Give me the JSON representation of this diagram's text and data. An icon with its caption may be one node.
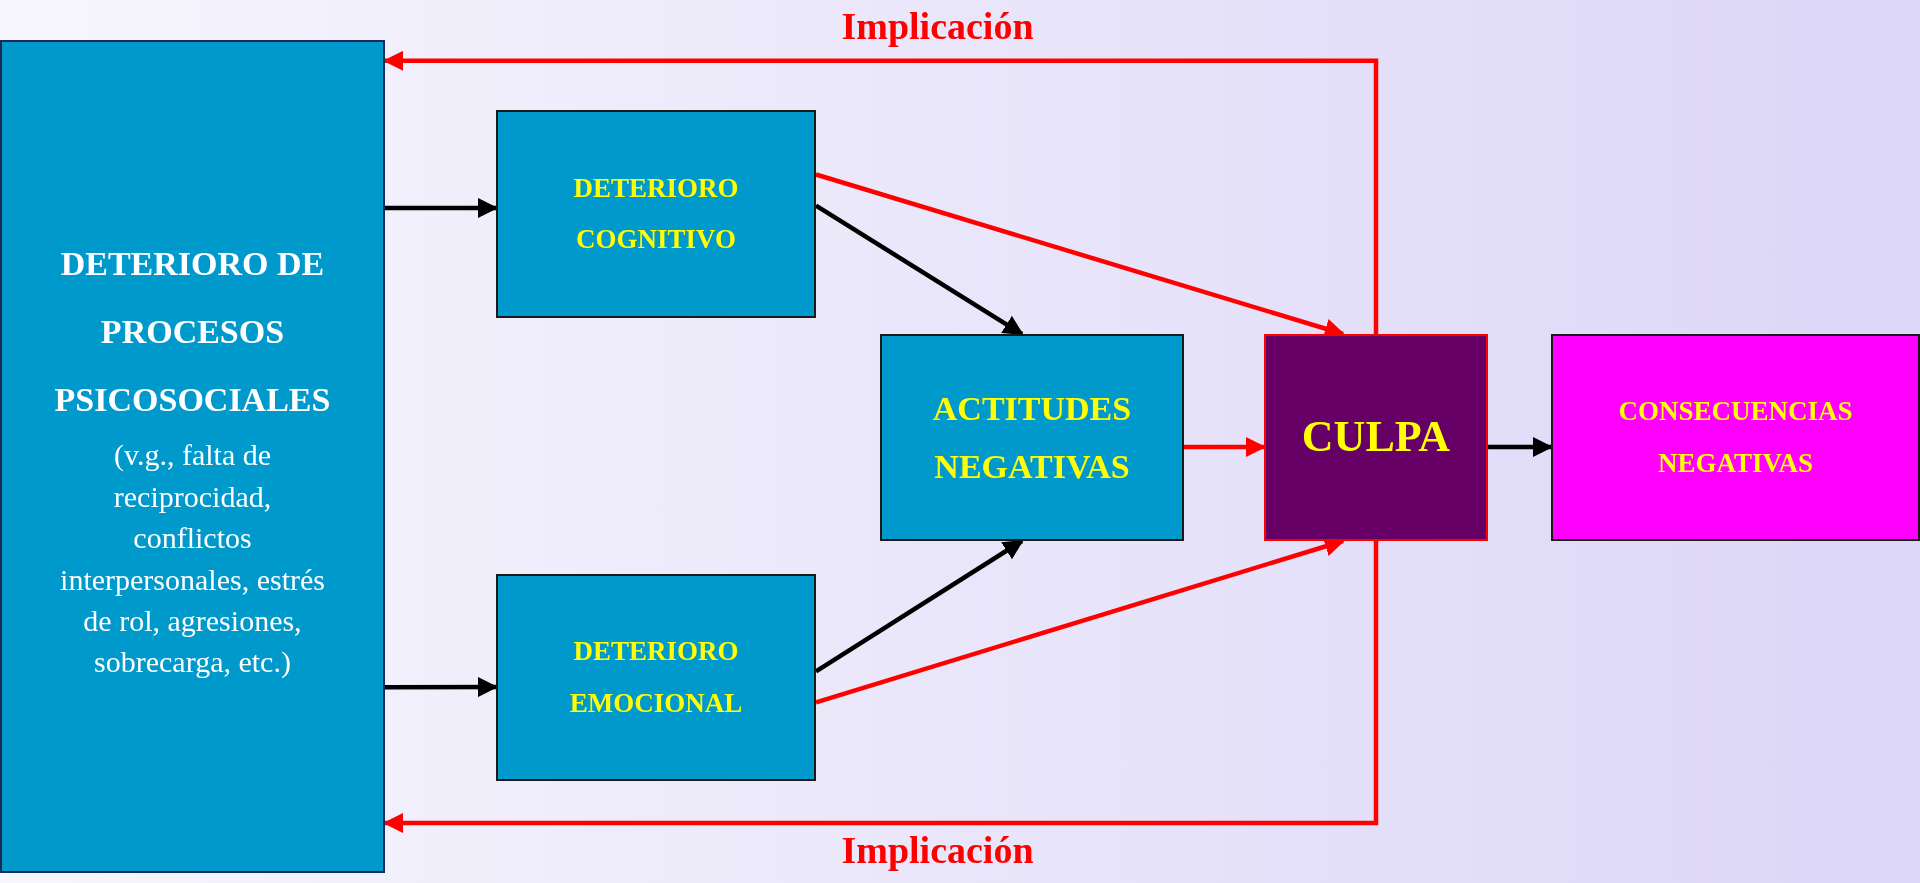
{
  "diagram": {
    "nodes": [
      {
        "text": [
          "DETERIORO DE PROCESOS PSICOSOCIALES",
          "(v.g., falta de reciprocidad, conflictos interpersonales, estrés de rol, agresiones, sobrecarga, etc.)"
        ]
      },
      {
        "text": [
          "DETERIORO COGNITIVO"
        ]
      },
      {
        "text": [
          "DETERIORO EMOCIONAL"
        ]
      },
      {
        "text": [
          "ACTITUDES NEGATIVAS"
        ]
      },
      {
        "text": [
          "CULPA"
        ]
      },
      {
        "text": [
          "CONSECUENCIAS NEGATIVAS"
        ]
      }
    ],
    "edges": [
      {
        "from": 0,
        "to": 1,
        "arrow": "to"
      },
      {
        "from": 0,
        "to": 2,
        "arrow": "to"
      },
      {
        "from": 1,
        "to": 3,
        "arrow": "to"
      },
      {
        "from": 2,
        "to": 3,
        "arrow": "to"
      },
      {
        "from": 1,
        "to": 4,
        "arrow": "to",
        "color": "#ff0000"
      },
      {
        "from": 2,
        "to": 4,
        "arrow": "to",
        "color": "#ff0000"
      },
      {
        "from": 3,
        "to": 4,
        "arrow": "to",
        "color": "#ff0000"
      },
      {
        "from": 4,
        "to": 5,
        "arrow": "to"
      },
      {
        "from": 4,
        "to": 0,
        "arrow": "to",
        "label": "Implicación",
        "color": "#ff0000"
      },
      {
        "from": 4,
        "to": 0,
        "arrow": "to",
        "label": "Implicación",
        "color": "#ff0000"
      }
    ]
  }
}
